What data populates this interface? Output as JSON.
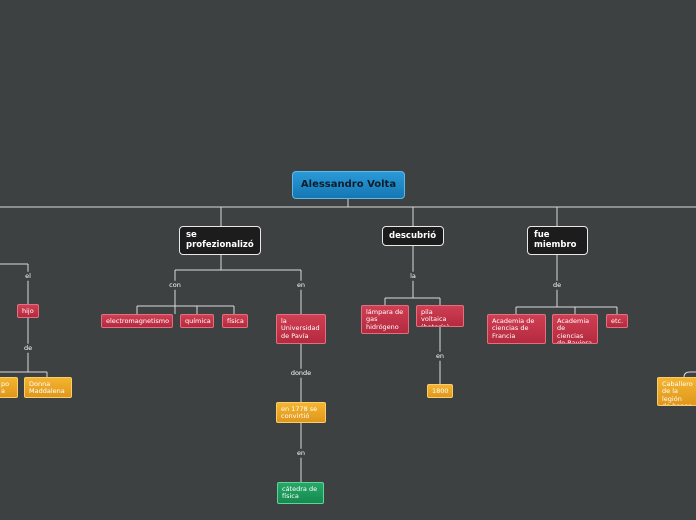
{
  "root": {
    "title": "Alessandro Volta"
  },
  "branches": {
    "profession": "se profezionalizó",
    "discovered": "descubrió",
    "member": "fue miembro"
  },
  "labels": {
    "con": "con",
    "en_1": "en",
    "donde": "donde",
    "en_2": "en",
    "la": "la",
    "en_3": "en",
    "de_1": "de",
    "el": "el",
    "de_2": "de"
  },
  "nodes": {
    "electromagnetismo": "electromagnetismo",
    "quimica": "química",
    "fisica": "física",
    "universidad": "la Universidad de Pavía",
    "convirtio": "en 1778 se convirtió",
    "catedra": "cátedra de física",
    "lampara": "lámpara de gas hidrógeno",
    "pila": "pila voltaica (batería)",
    "anio": "1800",
    "academia_francia": "Academia de ciencias de Francia",
    "academia_baviera": "Academia de ciencias de Baviera",
    "etc": "etc.",
    "hijo": "hijo",
    "hijo_left": "po a",
    "donna": "Donna Maddalena",
    "caballero": "Caballero de la legión de honor"
  }
}
